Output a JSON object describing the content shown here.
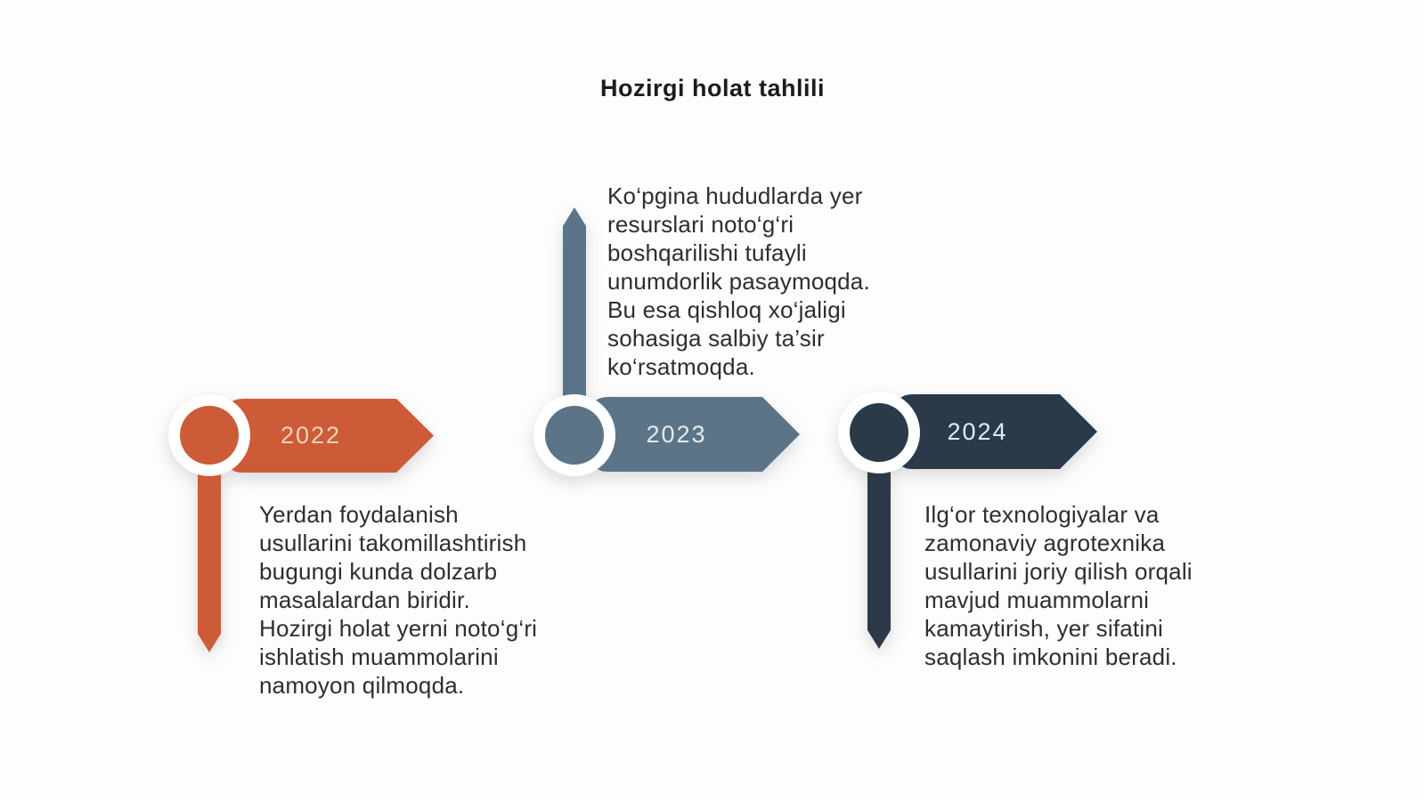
{
  "title": "Hozirgi holat tahlili",
  "colors": {
    "background": "#fdfdfd",
    "title_text": "#1c1c1c",
    "body_text": "#2e2e2e",
    "ring": "#ffffff",
    "y2022": "#cd5b37",
    "y2023": "#5b7487",
    "y2024": "#2a3a49",
    "year_text_2022": "#f2d6bf",
    "year_text_2023": "#e4ebf0",
    "year_text_2024": "#e4ebf0"
  },
  "milestones": [
    {
      "year": "2022",
      "description": "Yerdan foydalanish\nusullarini takomillashtirish\nbugungi kunda dolzarb\nmasalalardan biridir.\nHozirgi holat yerni noto‘g‘ri\nishlatish muammolarini\nnamoyon qilmoqda."
    },
    {
      "year": "2023",
      "description": "Ko‘pgina hududlarda yer\nresurslari noto‘g‘ri\nboshqarilishi tufayli\nunumdorlik pasaymoqda.\nBu esa qishloq xo‘jaligi\nsohasiga salbiy ta’sir\nko‘rsatmoqda."
    },
    {
      "year": "2024",
      "description": "Ilg‘or texnologiyalar va\nzamonaviy agrotexnika\nusullarini joriy qilish orqali\nmavjud muammolarni\nkamaytirish, yer sifatini\nsaqlash imkonini beradi."
    }
  ]
}
